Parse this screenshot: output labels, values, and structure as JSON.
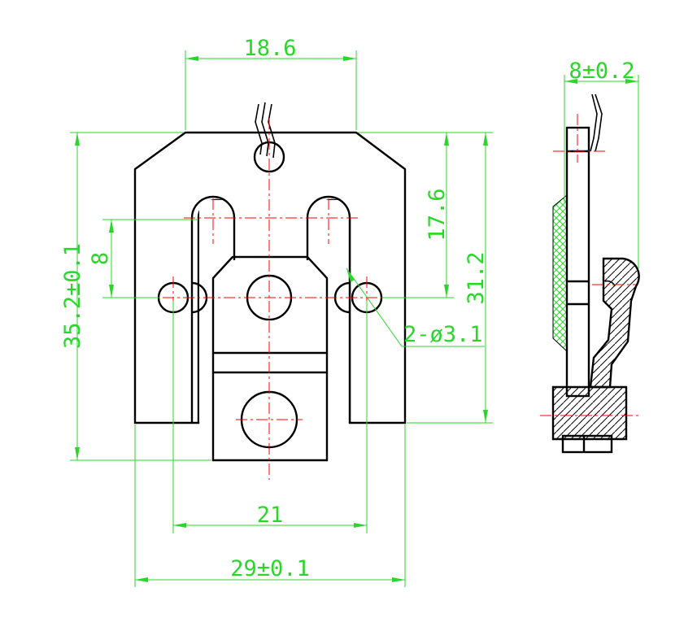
{
  "colors": {
    "outline": "#000000",
    "dimension": "#2bd62b",
    "centerline": "#ff0000",
    "mesh": "#2bd62b"
  },
  "dimensions": {
    "top_width": "18.6",
    "overall_height": "35.2±0.1",
    "slot_offset": "8",
    "slot_depth": "17.6",
    "body_height": "31.2",
    "hole_note": "2-ø3.1",
    "hole_spacing": "21",
    "overall_width": "29±0.1",
    "side_thickness": "8±0.2"
  }
}
